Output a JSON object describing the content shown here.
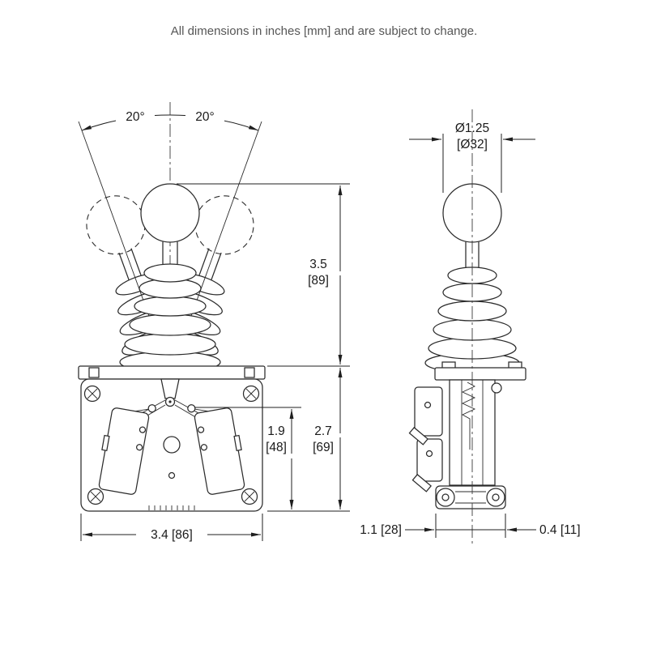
{
  "note": "All dimensions in inches [mm] and are subject to change.",
  "front_view": {
    "angles": {
      "left": "20°",
      "right": "20°"
    },
    "dims": {
      "height_total": {
        "in": "3.5",
        "mm": "[89]"
      },
      "height_body": {
        "in": "2.7",
        "mm": "[69]"
      },
      "height_inner": {
        "in": "1.9",
        "mm": "[48]"
      },
      "width": "3.4 [86]"
    }
  },
  "side_view": {
    "dims": {
      "knob_diameter": {
        "in": "Ø1.25",
        "mm": "[Ø32]"
      },
      "offset_left": "1.1 [28]",
      "offset_right": "0.4 [11]"
    }
  },
  "colors": {
    "background": "#ffffff",
    "line": "#2b2b2b",
    "dimension_text": "#1a1a1a",
    "note_text": "#565656"
  }
}
